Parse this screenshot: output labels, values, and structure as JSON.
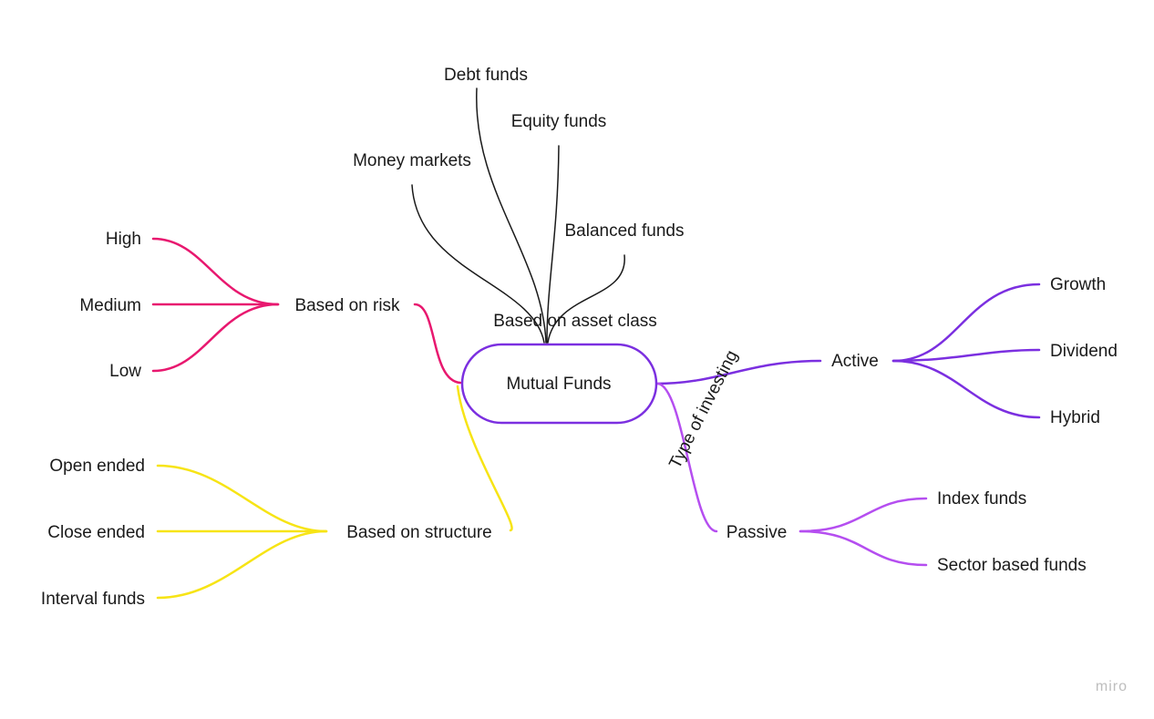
{
  "diagram": {
    "root": "Mutual Funds",
    "branches": {
      "asset_class": {
        "label": "Based on asset class",
        "color": "#1a1a1a",
        "items": [
          "Debt funds",
          "Equity funds",
          "Money markets",
          "Balanced funds"
        ]
      },
      "risk": {
        "label": "Based on risk",
        "color": "#e8186f",
        "items": [
          "High",
          "Medium",
          "Low"
        ]
      },
      "structure": {
        "label": "Based on structure",
        "color": "#f7e415",
        "items": [
          "Open ended",
          "Close ended",
          "Interval funds"
        ]
      },
      "investing": {
        "label": "Type of investing",
        "color": "#7b2fe0",
        "active": {
          "label": "Active",
          "items": [
            "Growth",
            "Dividend",
            "Hybrid"
          ]
        },
        "passive": {
          "label": "Passive",
          "color": "#b54ef0",
          "items": [
            "Index funds",
            "Sector based funds"
          ]
        }
      }
    }
  },
  "branding": {
    "logo_text": "miro"
  }
}
